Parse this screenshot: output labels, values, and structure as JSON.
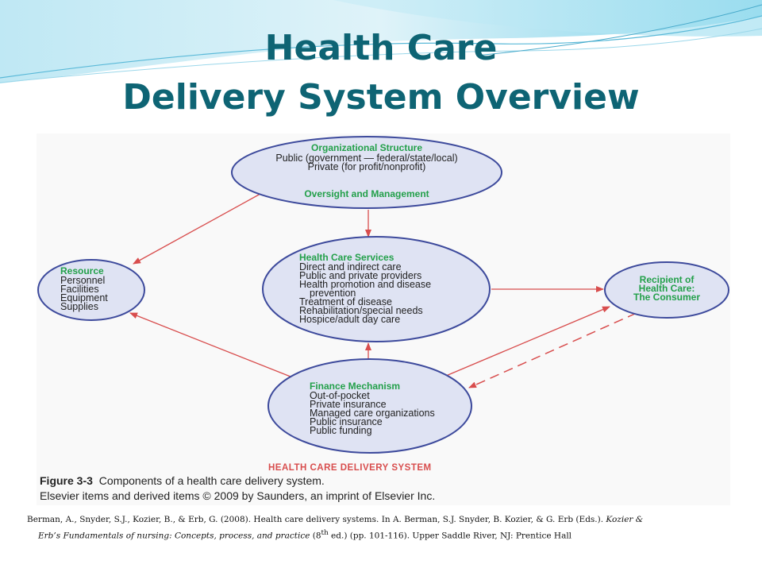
{
  "slide": {
    "title_line1": "Health Care",
    "title_line2": "Delivery System Overview"
  },
  "diagram": {
    "organizational": {
      "heading": "Organizational Structure",
      "lines": [
        "Public (government — federal/state/local)",
        "Private (for profit/nonprofit)"
      ],
      "subheading": "Oversight and Management"
    },
    "resource": {
      "heading": "Resource",
      "lines": [
        "Personnel",
        "Facilities",
        "Equipment",
        "Supplies"
      ]
    },
    "services": {
      "heading": "Health Care Services",
      "lines": [
        "Direct and indirect care",
        "Public and private providers",
        "Health promotion and disease",
        "prevention",
        "Treatment of disease",
        "Rehabilitation/special needs",
        "Hospice/adult day care"
      ]
    },
    "recipient": {
      "lines": [
        "Recipient of",
        "Health Care:",
        "The Consumer"
      ]
    },
    "finance": {
      "heading": "Finance Mechanism",
      "lines": [
        "Out-of-pocket",
        "Private insurance",
        "Managed care organizations",
        "Public insurance",
        "Public funding"
      ]
    },
    "system_label": "HEALTH CARE DELIVERY SYSTEM",
    "caption_fig": "Figure 3-3",
    "caption_text": "Components of a health care delivery system.",
    "caption_credit": "Elsevier items and derived items © 2009 by Saunders, an imprint of Elsevier Inc.",
    "colors": {
      "ellipse_fill": "#dfe3f3",
      "ellipse_stroke": "#3d4a9c",
      "heading": "#23a04a",
      "arrow": "#d84d4d"
    }
  },
  "citation": {
    "part1": "Berman, A., Snyder, S.J., Kozier, B., & Erb, G. (2008). Health care delivery systems. In A. Berman, S.J. Snyder, B. Kozier, & G. Erb (Eds.).",
    "part2_italic": "Kozier &",
    "part3_italic": "Erb’s Fundamentals of nursing: Concepts, process, and practice",
    "part4": "(8",
    "part5_sup": "th",
    "part6": "ed.) (pp. 101-116). Upper Saddle River, NJ: Prentice Hall"
  }
}
